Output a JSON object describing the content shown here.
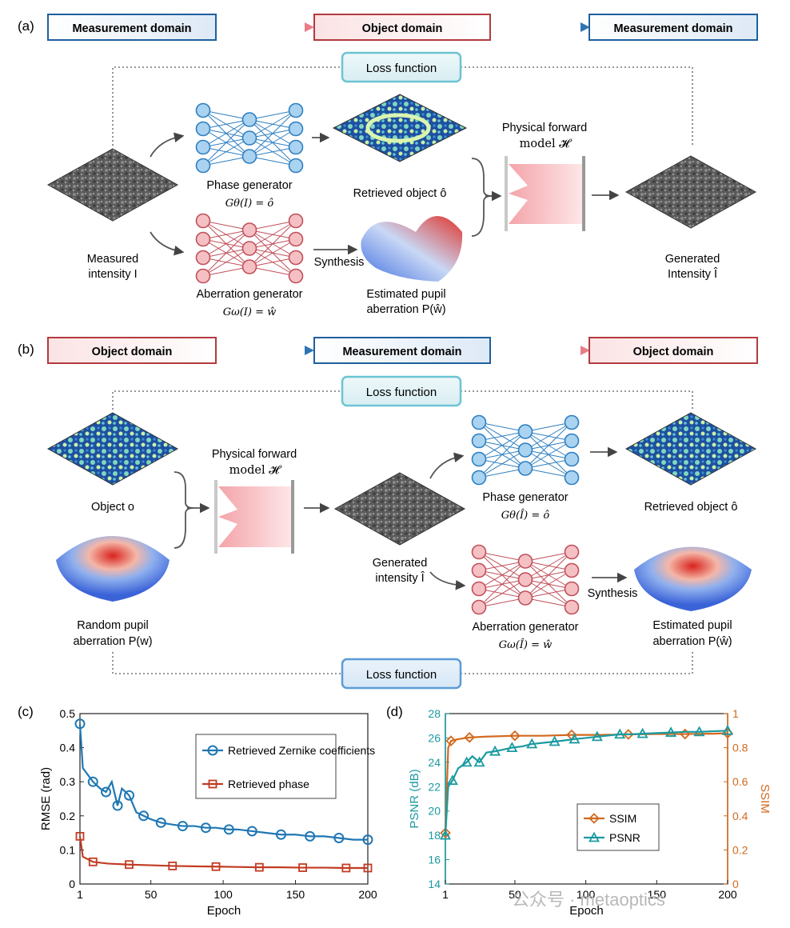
{
  "panel_a": {
    "letter": "(a)",
    "domains": [
      "Measurement domain",
      "Object domain",
      "Measurement domain"
    ],
    "loss": "Loss function",
    "measured_line1": "Measured",
    "measured_line2": "intensity I",
    "phase_gen": "Phase generator",
    "phase_eq": "Gθ(I) = ô",
    "aber_gen": "Aberration generator",
    "aber_eq": "Gω(I) = ŵ",
    "retrieved": "Retrieved object ô",
    "synthesis": "Synthesis",
    "pupil_line1": "Estimated pupil",
    "pupil_line2": "aberration P(ŵ)",
    "forward_line1": "Physical forward",
    "forward_line2": "model 𝓗",
    "generated_line1": "Generated",
    "generated_line2": "Intensity Î"
  },
  "panel_b": {
    "letter": "(b)",
    "domains": [
      "Object domain",
      "Measurement domain",
      "Object domain"
    ],
    "loss_top": "Loss function",
    "loss_bottom": "Loss function",
    "object": "Object o",
    "pupil_line1": "Random pupil",
    "pupil_line2": "aberration P(w)",
    "forward_line1": "Physical forward",
    "forward_line2": "model 𝓗",
    "generated_line1": "Generated",
    "generated_line2": "intensity Î",
    "phase_gen": "Phase generator",
    "phase_eq": "Gθ(Î) = ô",
    "aber_gen": "Aberration generator",
    "aber_eq": "Gω(Î) = ŵ",
    "retrieved": "Retrieved object ô",
    "synthesis": "Synthesis",
    "est_line1": "Estimated pupil",
    "est_line2": "aberration P(ŵ)"
  },
  "panel_c": {
    "letter": "(c)",
    "chart_data": {
      "type": "line",
      "xlabel": "Epoch",
      "ylabel": "RMSE (rad)",
      "xlim": [
        1,
        200
      ],
      "ylim": [
        0,
        0.5
      ],
      "xticks": [
        "1",
        "50",
        "100",
        "150",
        "200"
      ],
      "yticks": [
        "0",
        "0.1",
        "0.2",
        "0.3",
        "0.4",
        "0.5"
      ],
      "legend": "top-right",
      "series": [
        {
          "name": "Retrieved Zernike coefficients",
          "color": "#1f77b4",
          "marker": "circle",
          "x": [
            1,
            3,
            10,
            15,
            19,
            23,
            27,
            30,
            35,
            40,
            45,
            50,
            57,
            64,
            72,
            80,
            88,
            95,
            104,
            110,
            120,
            130,
            140,
            150,
            160,
            170,
            180,
            190,
            200
          ],
          "y": [
            0.47,
            0.34,
            0.3,
            0.28,
            0.27,
            0.3,
            0.23,
            0.28,
            0.26,
            0.21,
            0.2,
            0.19,
            0.18,
            0.175,
            0.17,
            0.17,
            0.165,
            0.165,
            0.16,
            0.16,
            0.155,
            0.15,
            0.145,
            0.145,
            0.14,
            0.14,
            0.135,
            0.13,
            0.13
          ]
        },
        {
          "name": "Retrieved phase",
          "color": "#c23b22",
          "marker": "square",
          "x": [
            1,
            3,
            10,
            20,
            35,
            50,
            65,
            80,
            95,
            110,
            125,
            140,
            155,
            170,
            185,
            200
          ],
          "y": [
            0.14,
            0.08,
            0.065,
            0.06,
            0.057,
            0.055,
            0.053,
            0.052,
            0.051,
            0.05,
            0.049,
            0.049,
            0.048,
            0.048,
            0.047,
            0.047
          ]
        }
      ]
    }
  },
  "panel_d": {
    "letter": "(d)",
    "watermark": "公众号 · metaoptics",
    "chart_data": {
      "type": "line",
      "xlabel": "Epoch",
      "ylabel": "PSNR (dB)",
      "y2label": "SSIM",
      "xlim": [
        1,
        200
      ],
      "ylim": [
        14,
        28
      ],
      "y2lim": [
        0,
        1
      ],
      "xticks": [
        "1",
        "50",
        "100",
        "150",
        "200"
      ],
      "yticks": [
        "14",
        "16",
        "18",
        "20",
        "22",
        "24",
        "26",
        "28"
      ],
      "y2ticks": [
        "0",
        "0.2",
        "0.4",
        "0.6",
        "0.8",
        "1"
      ],
      "legend": "center-right",
      "series": [
        {
          "name": "SSIM",
          "axis": "right",
          "color": "#d2691e",
          "marker": "diamond",
          "x": [
            1,
            3,
            5,
            10,
            18,
            30,
            50,
            70,
            90,
            110,
            130,
            150,
            170,
            190,
            200
          ],
          "y": [
            0.3,
            0.8,
            0.84,
            0.85,
            0.86,
            0.865,
            0.87,
            0.87,
            0.875,
            0.875,
            0.878,
            0.88,
            0.88,
            0.882,
            0.885
          ]
        },
        {
          "name": "PSNR",
          "axis": "left",
          "color": "#1a9aa0",
          "marker": "triangle",
          "x": [
            1,
            3,
            6,
            10,
            16,
            20,
            25,
            30,
            36,
            40,
            48,
            55,
            62,
            70,
            78,
            85,
            92,
            100,
            108,
            116,
            124,
            132,
            140,
            150,
            160,
            170,
            180,
            190,
            200
          ],
          "y": [
            18.0,
            22.0,
            22.5,
            23.5,
            24.0,
            24.5,
            24.0,
            24.8,
            24.9,
            25.0,
            25.2,
            25.3,
            25.5,
            25.6,
            25.7,
            25.8,
            25.9,
            26.0,
            26.1,
            26.2,
            26.3,
            26.3,
            26.35,
            26.4,
            26.45,
            26.5,
            26.5,
            26.55,
            26.6
          ]
        }
      ]
    }
  }
}
